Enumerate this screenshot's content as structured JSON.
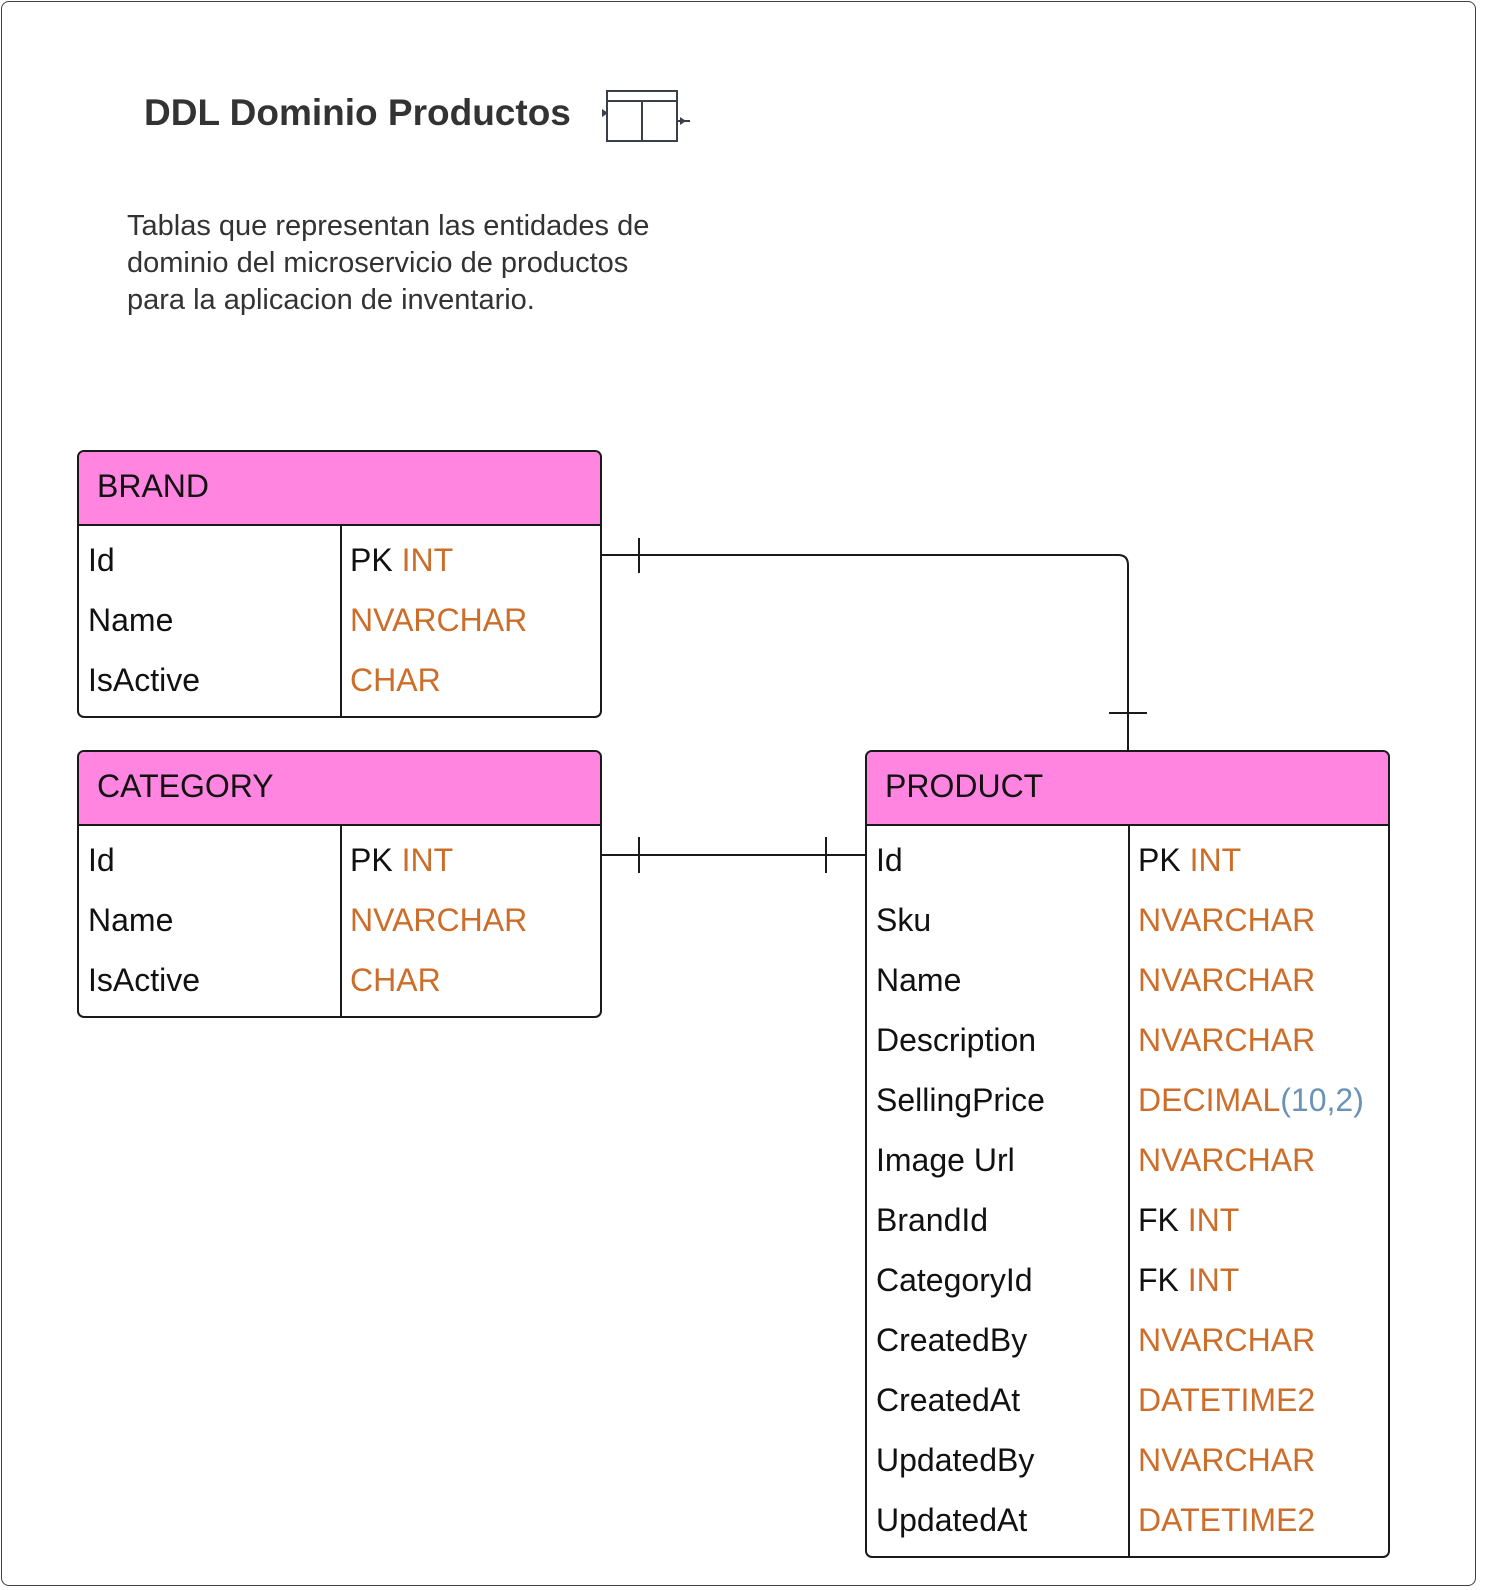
{
  "diagram": {
    "title": "DDL Dominio Productos",
    "description": "Tablas que representan las entidades de dominio del microservicio de productos para la aplicacion de inventario.",
    "title_icon": "table-icon",
    "colors": {
      "header": "#ff85e0",
      "type": "#cc6e2a",
      "params": "#6a93b8",
      "border": "#1a1a1a"
    }
  },
  "entities": [
    {
      "id": "brand",
      "name": "BRAND",
      "columns": [
        {
          "name": "Id",
          "key": "PK",
          "type": "INT",
          "params": ""
        },
        {
          "name": "Name",
          "key": "",
          "type": "NVARCHAR",
          "params": ""
        },
        {
          "name": "IsActive",
          "key": "",
          "type": "CHAR",
          "params": ""
        }
      ]
    },
    {
      "id": "category",
      "name": "CATEGORY",
      "columns": [
        {
          "name": "Id",
          "key": "PK",
          "type": "INT",
          "params": ""
        },
        {
          "name": "Name",
          "key": "",
          "type": "NVARCHAR",
          "params": ""
        },
        {
          "name": "IsActive",
          "key": "",
          "type": "CHAR",
          "params": ""
        }
      ]
    },
    {
      "id": "product",
      "name": "PRODUCT",
      "columns": [
        {
          "name": "Id",
          "key": "PK",
          "type": "INT",
          "params": ""
        },
        {
          "name": "Sku",
          "key": "",
          "type": "NVARCHAR",
          "params": ""
        },
        {
          "name": "Name",
          "key": "",
          "type": "NVARCHAR",
          "params": ""
        },
        {
          "name": "Description",
          "key": "",
          "type": "NVARCHAR",
          "params": ""
        },
        {
          "name": "SellingPrice",
          "key": "",
          "type": "DECIMAL",
          "params": "(10,2)"
        },
        {
          "name": "Image Url",
          "key": "",
          "type": "NVARCHAR",
          "params": ""
        },
        {
          "name": "BrandId",
          "key": "FK",
          "type": "INT",
          "params": ""
        },
        {
          "name": "CategoryId",
          "key": "FK",
          "type": "INT",
          "params": ""
        },
        {
          "name": "CreatedBy",
          "key": "",
          "type": "NVARCHAR",
          "params": ""
        },
        {
          "name": "CreatedAt",
          "key": "",
          "type": "DATETIME2",
          "params": ""
        },
        {
          "name": "UpdatedBy",
          "key": "",
          "type": "NVARCHAR",
          "params": ""
        },
        {
          "name": "UpdatedAt",
          "key": "",
          "type": "DATETIME2",
          "params": ""
        }
      ]
    }
  ],
  "relationships": [
    {
      "from": "BRAND",
      "to": "PRODUCT",
      "cardinality": "one-to-one"
    },
    {
      "from": "CATEGORY",
      "to": "PRODUCT",
      "cardinality": "one-to-one"
    }
  ]
}
